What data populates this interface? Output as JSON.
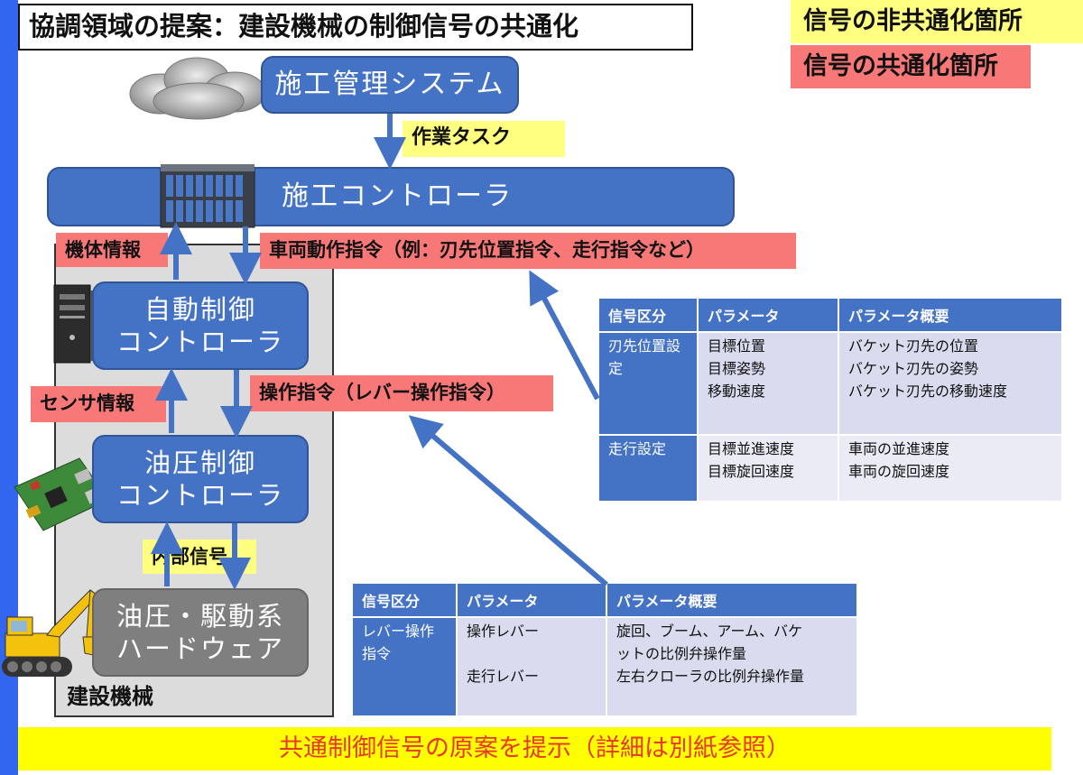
{
  "title": "協調領域の提案：建設機械の制御信号の共通化",
  "legend": {
    "non_common": "信号の非共通化箇所",
    "common": "信号の共通化箇所"
  },
  "nodes": {
    "construction_management": "施工管理システム",
    "construction_controller": "施工コントローラ",
    "auto_controller": [
      "自動制御",
      "コントローラ"
    ],
    "hydraulic_controller": [
      "油圧制御",
      "コントローラ"
    ],
    "hardware": [
      "油圧・駆動系",
      "ハードウェア"
    ]
  },
  "labels": {
    "work_task": "作業タスク",
    "machine_info": "機体情報",
    "vehicle_command": "車両動作指令（例：刃先位置指令、走行指令など）",
    "sensor_info": "センサ情報",
    "operation_command": "操作指令（レバー操作指令）",
    "internal_signal": "内部信号",
    "construction_machine": "建設機械"
  },
  "table1": {
    "headers": [
      "信号区分",
      "パラメータ",
      "パラメータ概要"
    ],
    "rows": [
      {
        "category": [
          "刃先位置設",
          "定"
        ],
        "params": [
          "目標位置",
          "目標姿勢",
          "移動速度"
        ],
        "desc": [
          "バケット刃先の位置",
          "バケット刃先の姿勢",
          "バケット刃先の移動速度"
        ]
      },
      {
        "category": [
          "走行設定"
        ],
        "params": [
          "目標並進速度",
          "目標旋回速度"
        ],
        "desc": [
          "車両の並進速度",
          "車両の旋回速度"
        ]
      }
    ]
  },
  "table2": {
    "headers": [
      "信号区分",
      "パラメータ",
      "パラメータ概要"
    ],
    "rows": [
      {
        "category": [
          "レバー操作",
          "指令"
        ],
        "params": [
          "操作レバー",
          "",
          "走行レバー"
        ],
        "desc": [
          "旋回、ブーム、アーム、バケ",
          "ットの比例弁操作量",
          "左右クローラの比例弁操作量"
        ]
      }
    ]
  },
  "footer": "共通制御信号の原案を提示（詳細は別紙参照）",
  "colors": {
    "node_blue": "#4472c4",
    "yellow": "#ffff80",
    "red": "#f87878",
    "footer_yellow": "#ffff00",
    "footer_text": "#e8382b"
  }
}
